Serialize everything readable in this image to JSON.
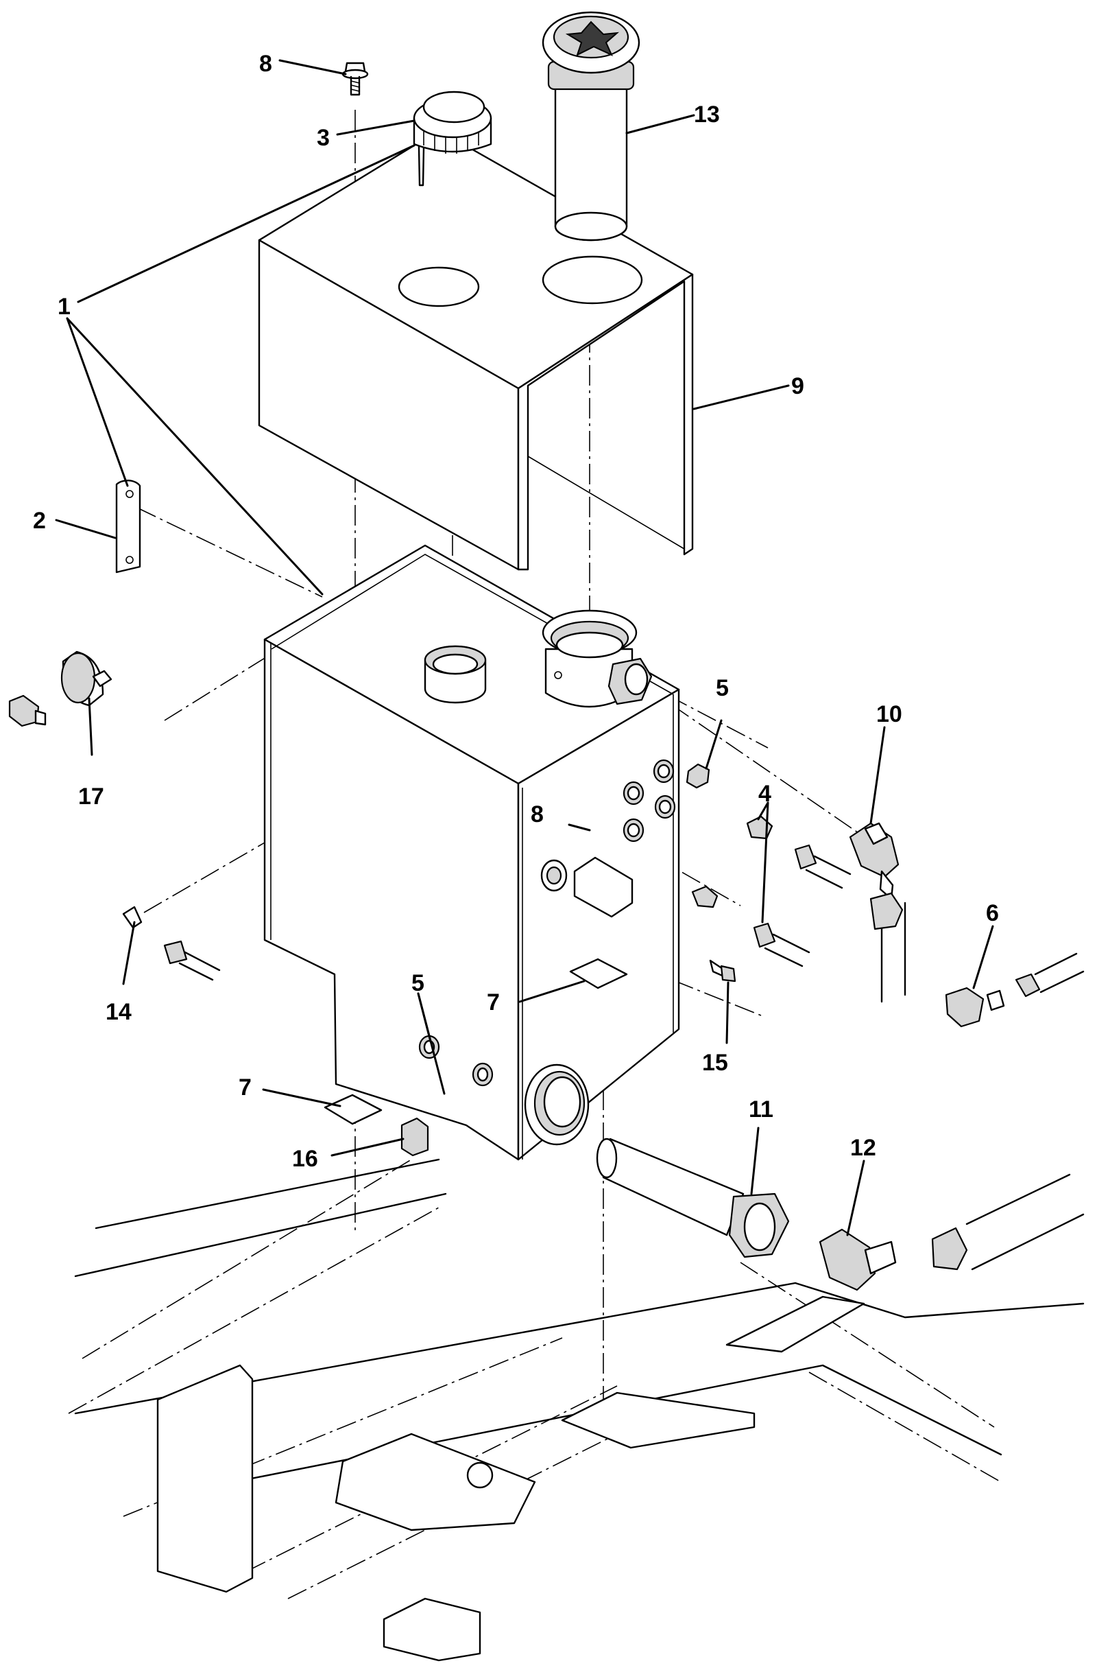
{
  "callouts": {
    "c1": "1",
    "c2": "2",
    "c3": "3",
    "c4a": "4",
    "c5a": "5",
    "c5b": "5",
    "c6": "6",
    "c7a": "7",
    "c7b": "7",
    "c8a": "8",
    "c8b": "8",
    "c9": "9",
    "c10": "10",
    "c11": "11",
    "c12": "12",
    "c13": "13",
    "c14": "14",
    "c15": "15",
    "c16": "16",
    "c17": "17"
  }
}
